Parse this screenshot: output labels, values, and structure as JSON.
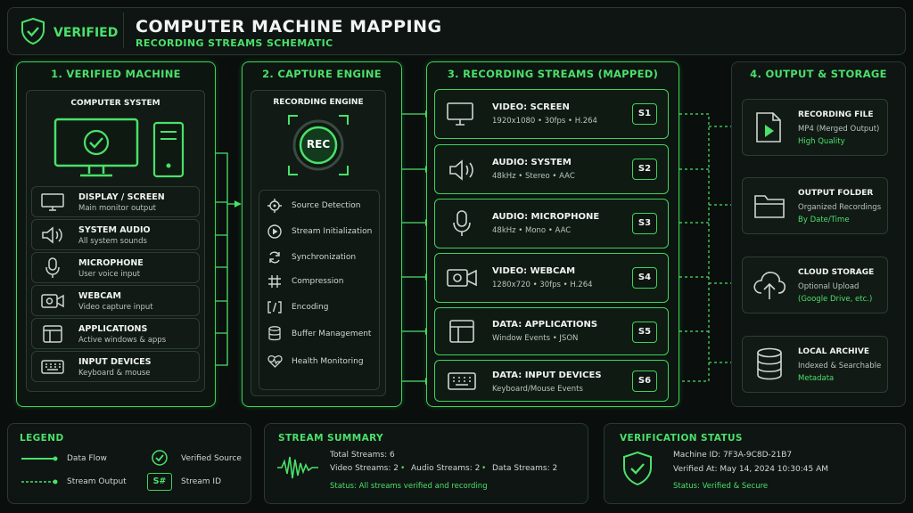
{
  "header": {
    "badge": "VERIFIED",
    "title": "COMPUTER MACHINE MAPPING",
    "subtitle": "RECORDING STREAMS SCHEMATIC"
  },
  "sections": {
    "machine": "1. VERIFIED MACHINE",
    "capture": "2. CAPTURE ENGINE",
    "streams": "3. RECORDING STREAMS (MAPPED)",
    "output": "4. OUTPUT & STORAGE"
  },
  "machine": {
    "system_label": "COMPUTER SYSTEM",
    "sources": [
      {
        "name": "DISPLAY / SCREEN",
        "desc": "Main monitor output"
      },
      {
        "name": "SYSTEM AUDIO",
        "desc": "All system sounds"
      },
      {
        "name": "MICROPHONE",
        "desc": "User voice input"
      },
      {
        "name": "WEBCAM",
        "desc": "Video capture input"
      },
      {
        "name": "APPLICATIONS",
        "desc": "Active windows & apps"
      },
      {
        "name": "INPUT DEVICES",
        "desc": "Keyboard & mouse"
      }
    ]
  },
  "capture": {
    "engine_label": "RECORDING ENGINE",
    "rec": "REC",
    "steps": [
      "Source Detection",
      "Stream Initialization",
      "Synchronization",
      "Compression",
      "Encoding",
      "Buffer Management",
      "Health Monitoring"
    ]
  },
  "streams": [
    {
      "name": "VIDEO: SCREEN",
      "spec": "1920x1080 • 30fps • H.264",
      "id": "S1"
    },
    {
      "name": "AUDIO: SYSTEM",
      "spec": "48kHz • Stereo • AAC",
      "id": "S2"
    },
    {
      "name": "AUDIO: MICROPHONE",
      "spec": "48kHz • Mono • AAC",
      "id": "S3"
    },
    {
      "name": "VIDEO: WEBCAM",
      "spec": "1280x720 • 30fps • H.264",
      "id": "S4"
    },
    {
      "name": "DATA: APPLICATIONS",
      "spec": "Window Events • JSON",
      "id": "S5"
    },
    {
      "name": "DATA: INPUT DEVICES",
      "spec": "Keyboard/Mouse Events",
      "id": "S6"
    }
  ],
  "outputs": [
    {
      "name": "RECORDING FILE",
      "desc": "MP4 (Merged Output)",
      "note": "High Quality"
    },
    {
      "name": "OUTPUT FOLDER",
      "desc": "Organized Recordings",
      "note": "By Date/Time"
    },
    {
      "name": "CLOUD STORAGE",
      "desc": "Optional Upload",
      "note": "(Google Drive, etc.)"
    },
    {
      "name": "LOCAL ARCHIVE",
      "desc": "Indexed & Searchable",
      "note": "Metadata"
    }
  ],
  "legend": {
    "title": "LEGEND",
    "data_flow": "Data Flow",
    "stream_output": "Stream Output",
    "verified_source": "Verified Source",
    "stream_id_symbol": "S#",
    "stream_id": "Stream ID"
  },
  "summary": {
    "title": "STREAM SUMMARY",
    "total": "Total Streams: 6",
    "video": "Video Streams: 2",
    "audio": "Audio Streams: 2",
    "data": "Data Streams: 2",
    "status": "Status: All streams verified and recording"
  },
  "verification": {
    "title": "VERIFICATION STATUS",
    "machine_id": "Machine ID:  7F3A-9C8D-21B7",
    "verified_at": "Verified At:   May 14, 2024 10:30:45 AM",
    "status": "Status: Verified & Secure"
  },
  "colors": {
    "accent": "#4be06a",
    "background": "#0a0f0d"
  }
}
